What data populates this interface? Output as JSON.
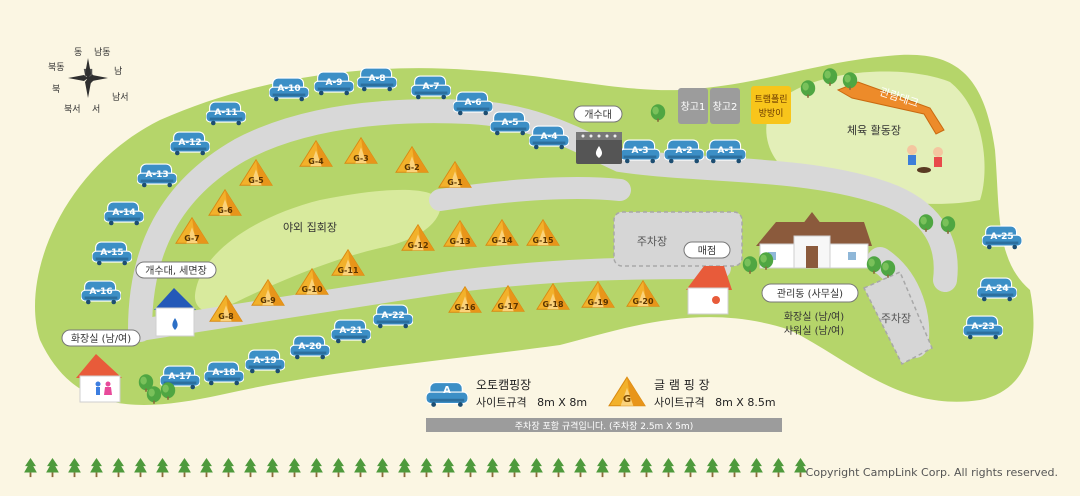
{
  "compass": {
    "north": "북",
    "northeast": "북동",
    "east": "동",
    "southeast": "남동",
    "south": "남",
    "southwest": "남서",
    "west": "서",
    "northwest": "북서"
  },
  "auto_sites": [
    "A-1",
    "A-2",
    "A-3",
    "A-4",
    "A-5",
    "A-6",
    "A-7",
    "A-8",
    "A-9",
    "A-10",
    "A-11",
    "A-12",
    "A-13",
    "A-14",
    "A-15",
    "A-16",
    "A-17",
    "A-18",
    "A-19",
    "A-20",
    "A-21",
    "A-22",
    "A-23",
    "A-24",
    "A-25"
  ],
  "glamping_sites": [
    "G-1",
    "G-2",
    "G-3",
    "G-4",
    "G-5",
    "G-6",
    "G-7",
    "G-8",
    "G-9",
    "G-10",
    "G-11",
    "G-12",
    "G-13",
    "G-14",
    "G-15",
    "G-16",
    "G-17",
    "G-18",
    "G-19",
    "G-20"
  ],
  "labels": {
    "washing_station": "개수대",
    "washing_and_washroom": "개수대, 세면장",
    "restroom_left": "화장실 (남/여)",
    "storage1": "창고1",
    "storage2": "창고2",
    "trampoline": "트램폴린\n방방이",
    "sightseeing_deck": "관람데크",
    "sports_area": "체육 활동장",
    "outdoor_gathering": "야외 집회장",
    "parking_center": "주차장",
    "parking_right": "주차장",
    "store": "매점",
    "management": "관리동 (사무실)",
    "restroom_mgmt": "화장실 (남/여)",
    "shower_mgmt": "샤워실 (남/여)"
  },
  "legend": {
    "auto_icon": "A",
    "auto_title": "오토캠핑장",
    "auto_spec": "사이트규격   8m X 8m",
    "glamping_icon": "G",
    "glamping_title": "글 램 핑 장",
    "glamping_spec": "사이트규격   8m X 8.5m",
    "note": "주차장 포함 규격입니다. (주차장 2.5m X 5m)"
  },
  "copyright": "Copyright CampLink Corp. All rights reserved.",
  "colors": {
    "grass": "#b5d56a",
    "grass_light": "#e3efb8",
    "road": "#d8d8d8",
    "car": "#3c8fc6",
    "tent": "#f2b12b",
    "deck": "#ed8b2a",
    "trampoline": "#f8c51b",
    "storage": "#9c9c9c"
  }
}
